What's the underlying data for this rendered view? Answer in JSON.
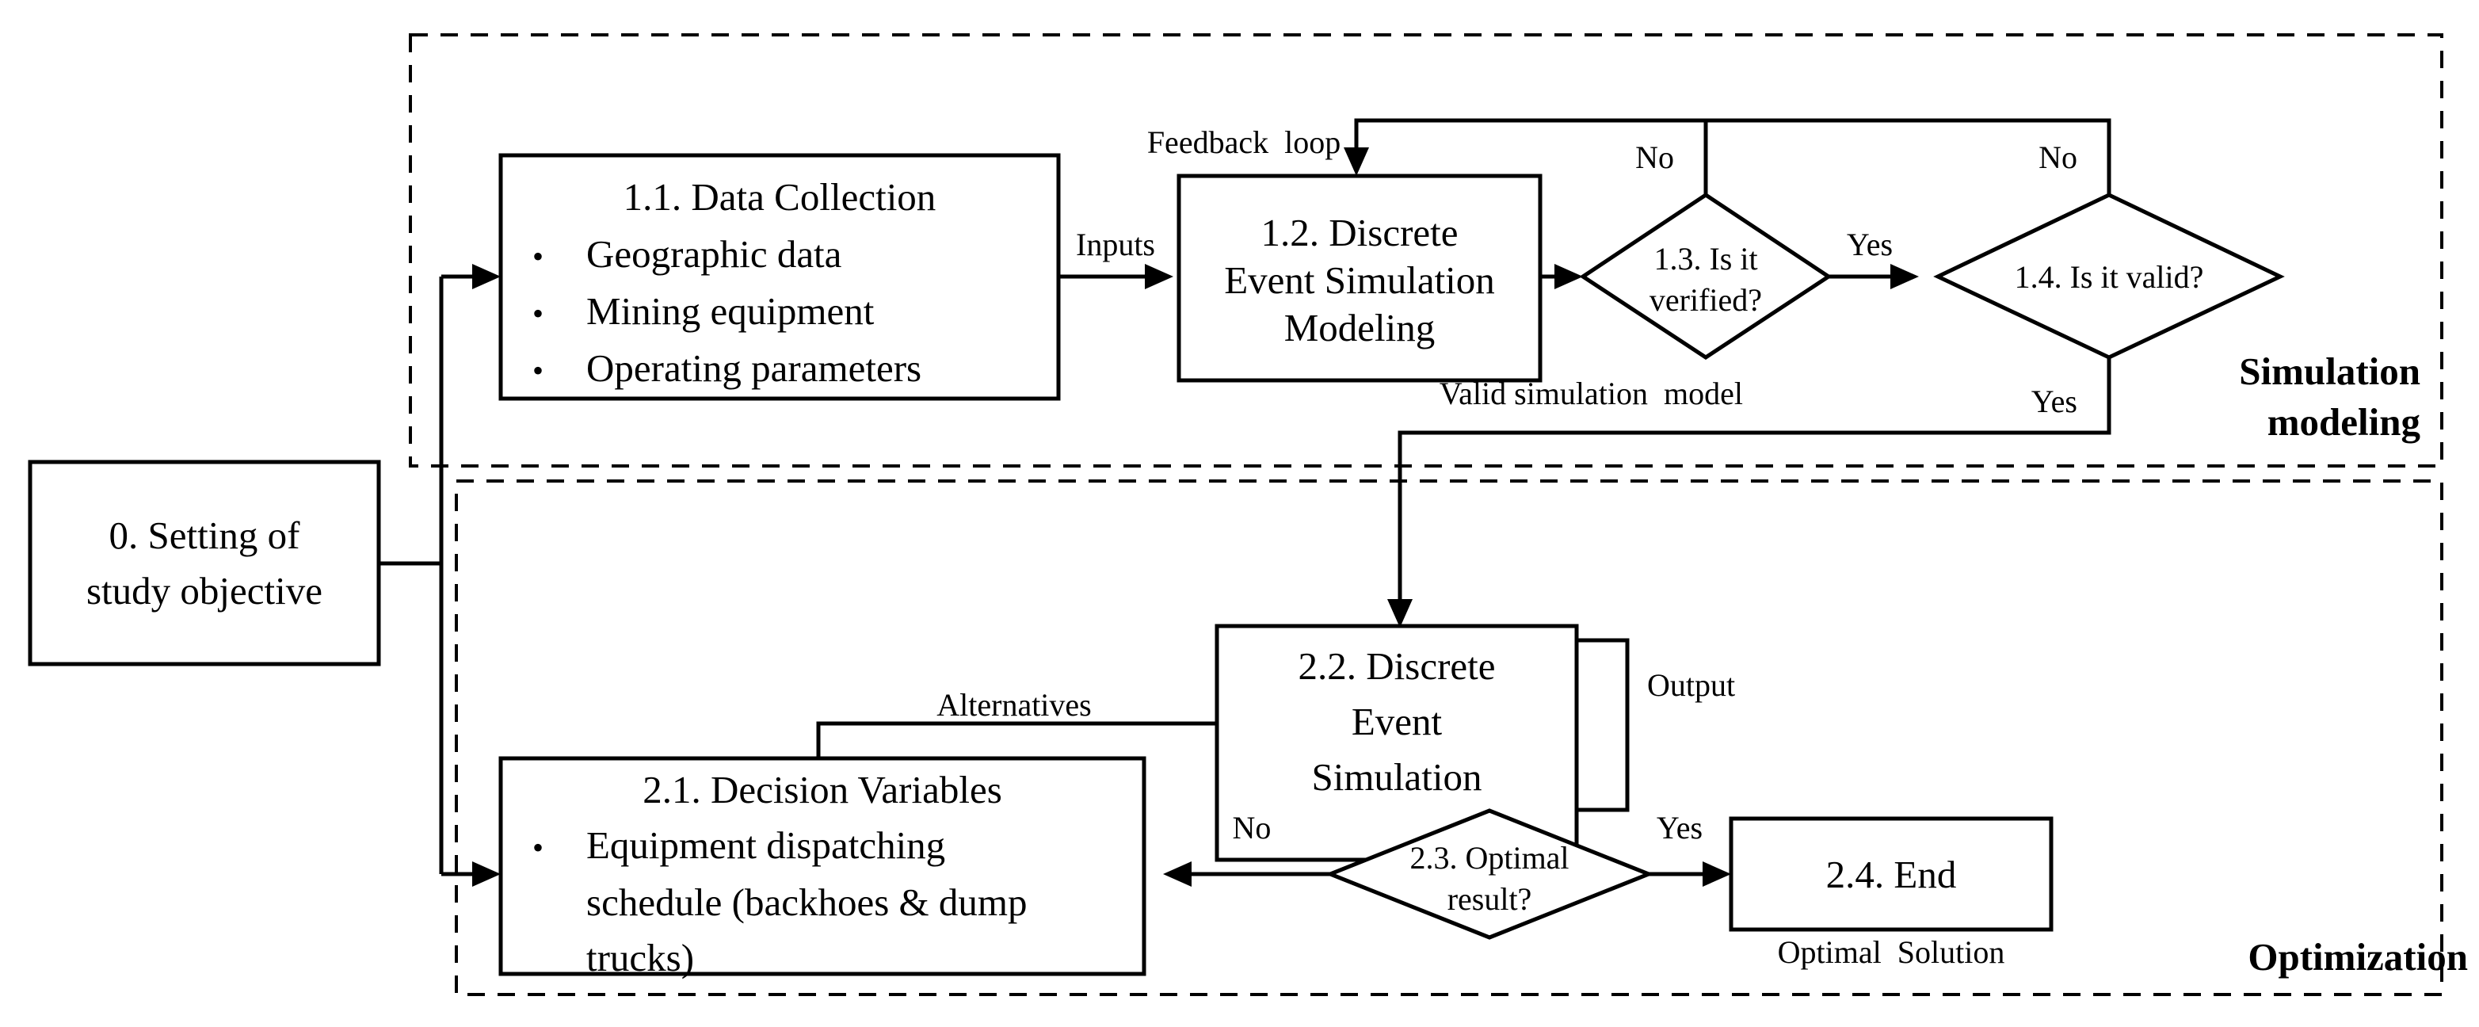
{
  "diagram": {
    "title": "Simulation-optimization framework flowchart",
    "groups": [
      {
        "id": "simulation",
        "label": "Simulation\nmodeling",
        "label_line1": "Simulation",
        "label_line2": "modeling"
      },
      {
        "id": "optimization",
        "label": "Optimization",
        "label_line1": "Optimization",
        "label_line2": ""
      }
    ],
    "nodes": {
      "start": {
        "id": "0",
        "shape": "rect",
        "lines": [
          "0. Setting of",
          "study objective"
        ]
      },
      "data_collection": {
        "id": "1.1",
        "shape": "rect",
        "title": "1.1. Data Collection",
        "bullets": [
          "Geographic data",
          "Mining equipment",
          "Operating parameters"
        ]
      },
      "des_modeling": {
        "id": "1.2",
        "shape": "rect",
        "lines": [
          "1.2. Discrete",
          "Event Simulation",
          "Modeling"
        ]
      },
      "verified": {
        "id": "1.3",
        "shape": "diamond",
        "lines": [
          "1.3. Is it",
          "verified?"
        ]
      },
      "valid": {
        "id": "1.4",
        "shape": "diamond",
        "lines": [
          "1.4. Is it valid?"
        ]
      },
      "des_run": {
        "id": "2.2",
        "shape": "rect",
        "lines": [
          "2.2. Discrete",
          "Event",
          "Simulation"
        ]
      },
      "decision_vars": {
        "id": "2.1",
        "shape": "rect",
        "title": "2.1. Decision Variables",
        "bullets": [
          "Equipment dispatching",
          "schedule (backhoes & dump",
          "trucks)"
        ]
      },
      "optimal": {
        "id": "2.3",
        "shape": "diamond",
        "lines": [
          "2.3. Optimal",
          "result?"
        ]
      },
      "end": {
        "id": "2.4",
        "shape": "rect",
        "lines": [
          "2.4. End"
        ]
      }
    },
    "edge_labels": {
      "inputs": "Inputs",
      "feedback_loop": "Feedback  loop",
      "no_verified": "No",
      "yes_verified": "Yes",
      "no_valid": "No",
      "yes_valid": "Yes",
      "valid_simulation_model": "Valid simulation  model",
      "alternatives": "Alternatives",
      "output": "Output",
      "no_optimal": "No",
      "yes_optimal": "Yes",
      "optimal_solution": "Optimal  Solution"
    },
    "colors": {
      "stroke": "#000000",
      "fill": "#ffffff",
      "background": "#ffffff"
    }
  }
}
